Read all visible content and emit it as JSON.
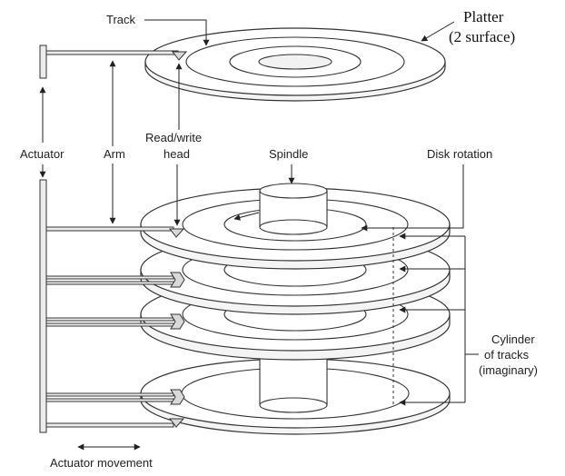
{
  "labels": {
    "track": "Track",
    "platter": "Platter",
    "platter_sub": "(2 surface)",
    "actuator": "Actuator",
    "arm": "Arm",
    "rw_head_line1": "Read/write",
    "rw_head_line2": "head",
    "spindle": "Spindle",
    "disk_rotation": "Disk rotation",
    "cylinder_line1": "Cylinder",
    "cylinder_line2": "of tracks",
    "cylinder_line3": "(imaginary)",
    "actuator_movement": "Actuator movement"
  }
}
